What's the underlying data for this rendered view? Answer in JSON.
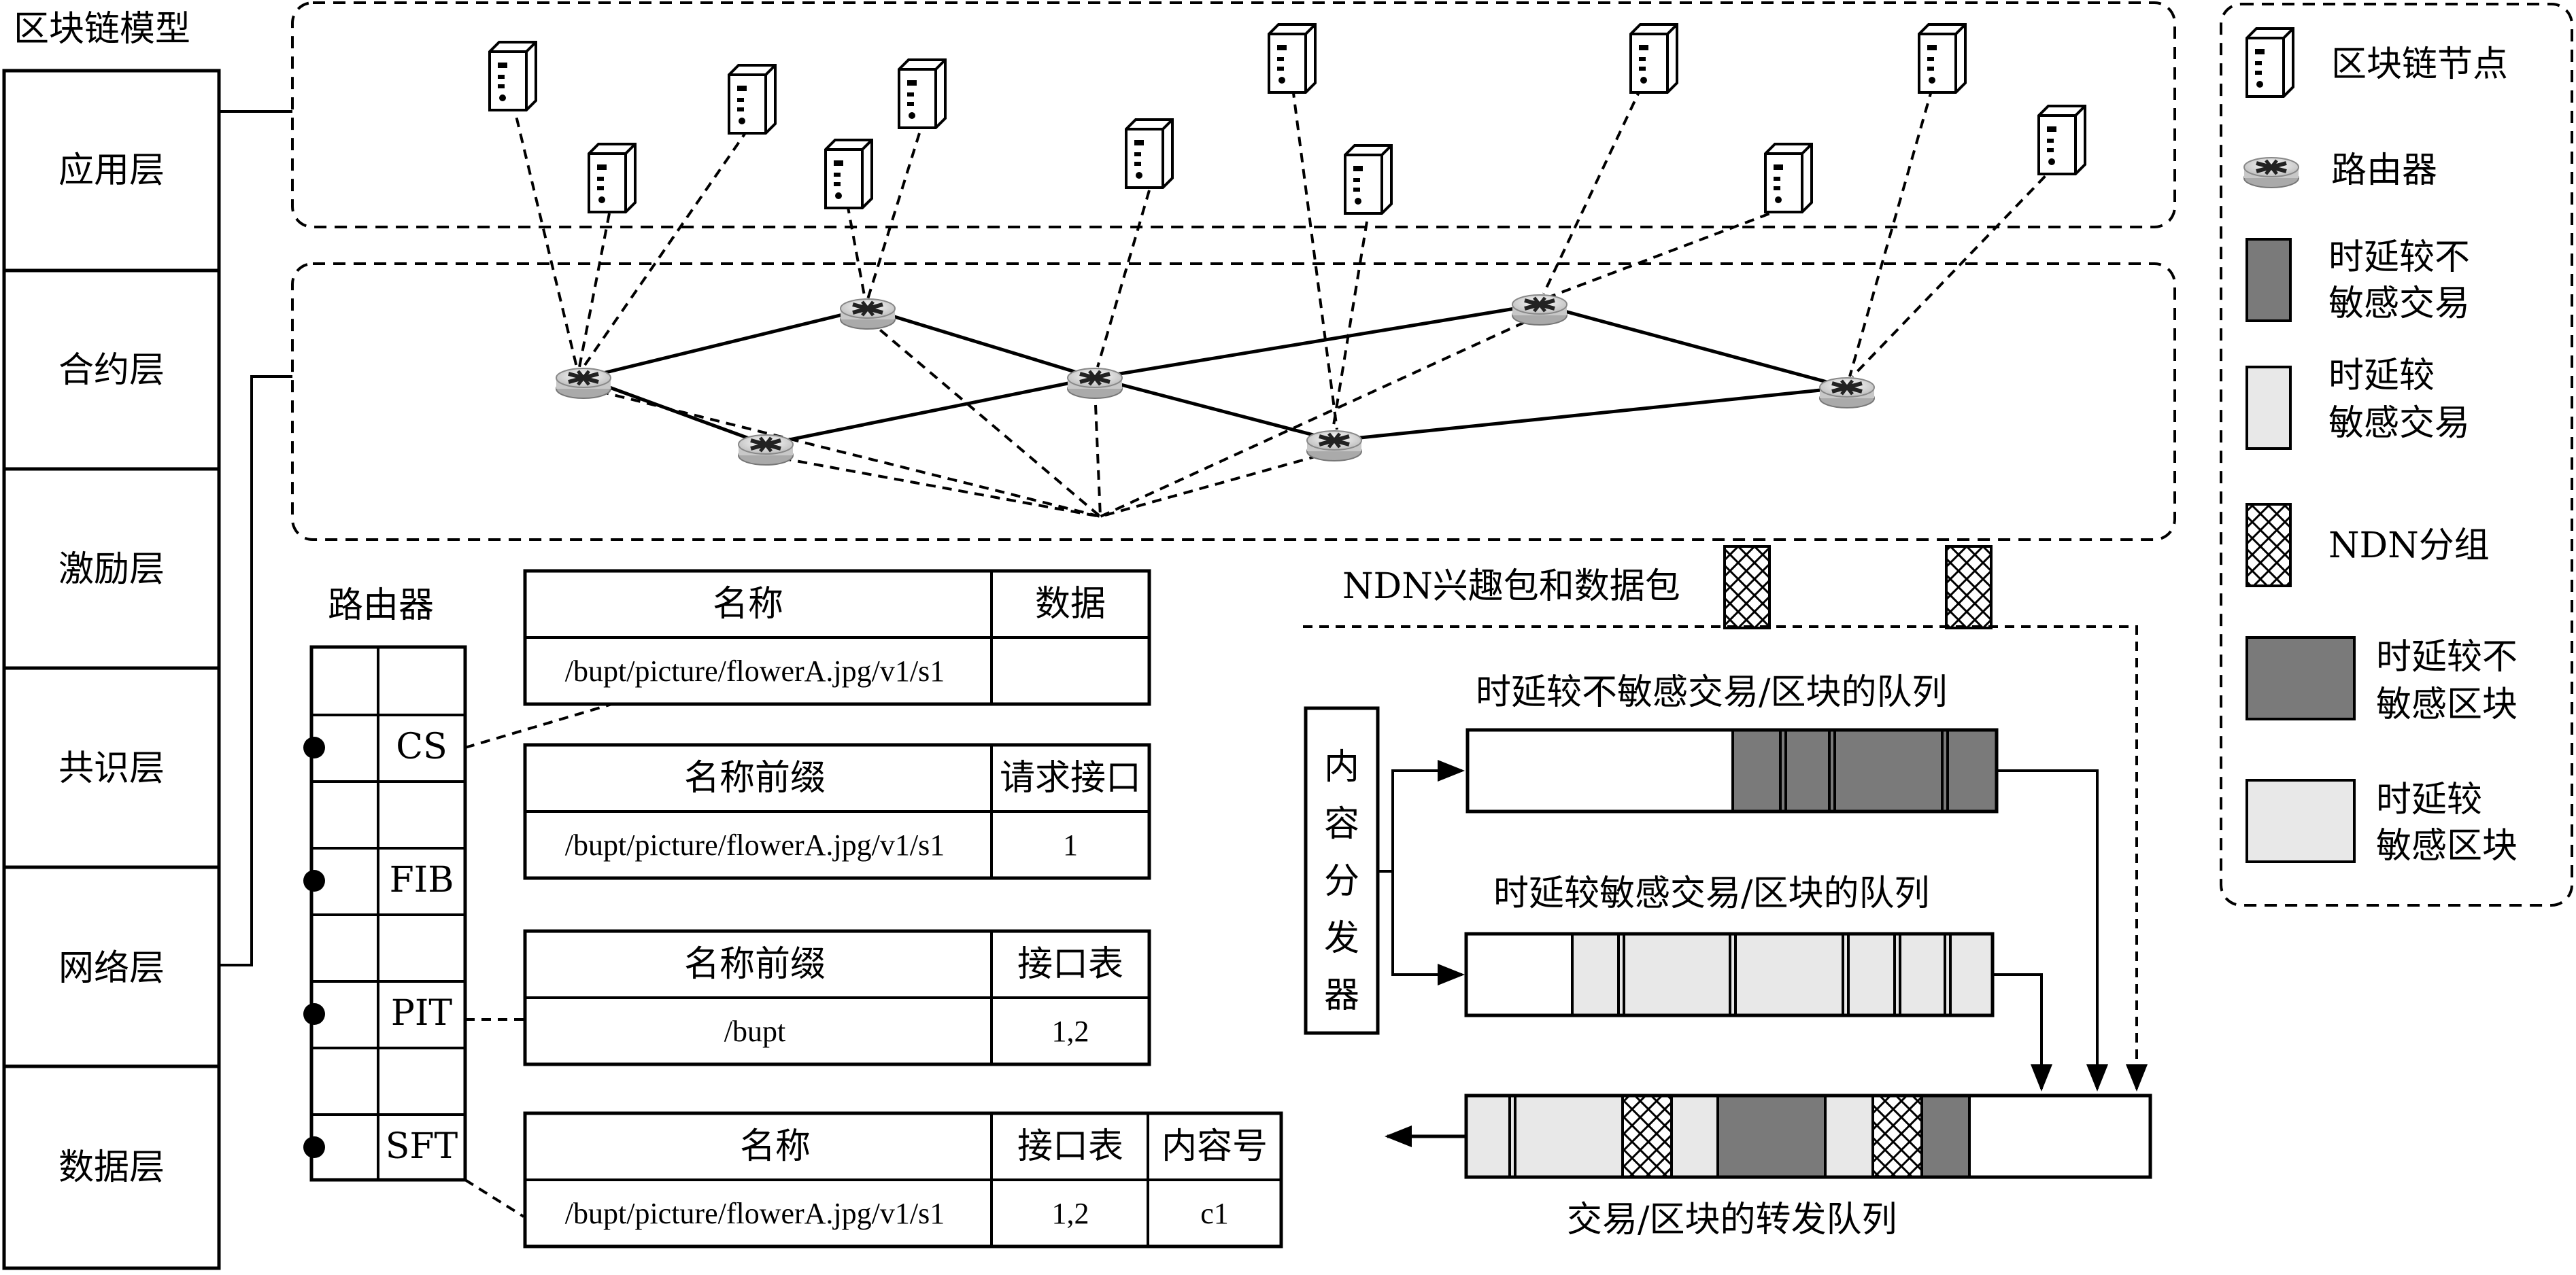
{
  "model": {
    "title": "区块链模型",
    "layers": [
      "应用层",
      "合约层",
      "激励层",
      "共识层",
      "网络层",
      "数据层"
    ]
  },
  "legend": {
    "node": "区块链节点",
    "router": "路由器",
    "tx_insensitive": [
      "时延较不",
      "敏感交易"
    ],
    "tx_sensitive": [
      "时延较",
      "敏感交易"
    ],
    "ndn_packet": "NDN分组",
    "block_insensitive": [
      "时延较不",
      "敏感区块"
    ],
    "block_sensitive": [
      "时延较",
      "敏感区块"
    ]
  },
  "router_struct": {
    "title": "路由器",
    "tables": [
      "CS",
      "FIB",
      "PIT",
      "SFT"
    ]
  },
  "cs_table": {
    "headers": [
      "名称",
      "数据"
    ],
    "row": [
      "/bupt/picture/flowerA.jpg/v1/s1",
      ""
    ]
  },
  "fib_table": {
    "headers": [
      "名称前缀",
      "请求接口"
    ],
    "row": [
      "/bupt/picture/flowerA.jpg/v1/s1",
      "1"
    ]
  },
  "pit_table": {
    "headers": [
      "名称前缀",
      "接口表"
    ],
    "row": [
      "/bupt",
      "1,2"
    ]
  },
  "sft_table": {
    "headers": [
      "名称",
      "接口表",
      "内容号"
    ],
    "row": [
      "/bupt/picture/flowerA.jpg/v1/s1",
      "1,2",
      "c1"
    ]
  },
  "queues": {
    "ndn_label": "NDN兴趣包和数据包",
    "dispatcher": [
      "内",
      "容",
      "分",
      "发",
      "器"
    ],
    "insensitive_queue": "时延较不敏感交易/区块的队列",
    "sensitive_queue": "时延较敏感交易/区块的队列",
    "forward_queue": "交易/区块的转发队列"
  },
  "colors": {
    "dark_fill": "#7a7a7a",
    "light_fill": "#e8e8e8",
    "line": "#000000"
  }
}
